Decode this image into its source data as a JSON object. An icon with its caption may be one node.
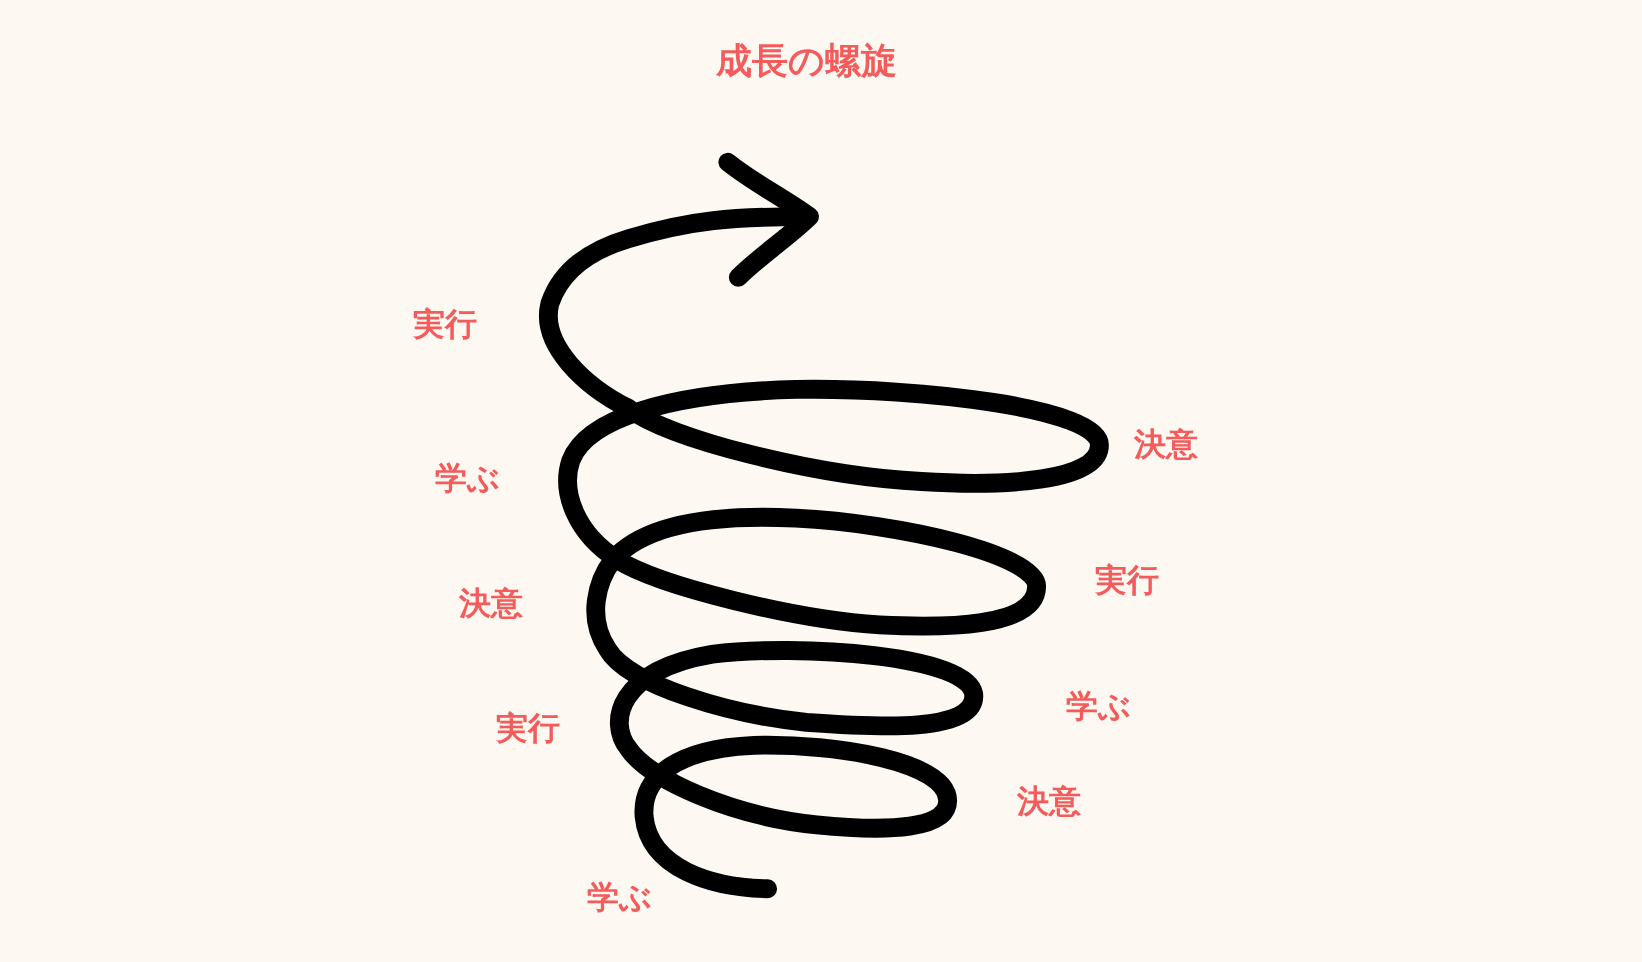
{
  "diagram": {
    "title": "成長の螺旋",
    "labels": [
      "実行",
      "決意",
      "学ぶ",
      "実行",
      "決意",
      "学ぶ",
      "実行",
      "決意",
      "学ぶ"
    ]
  }
}
